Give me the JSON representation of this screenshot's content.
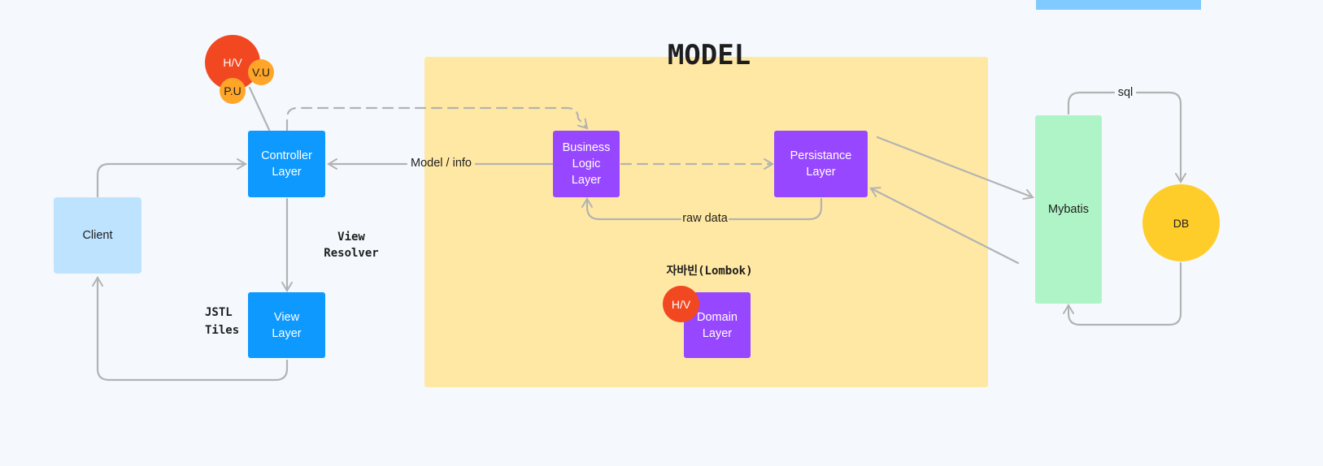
{
  "colors": {
    "background": "#f5f9fd",
    "model_area": "#ffe8a3",
    "layer_blue": "#0d99ff",
    "layer_purple": "#9747ff",
    "client": "#bde3ff",
    "mybatis": "#aff4c6",
    "db": "#ffcd29",
    "badge_red": "#f24822",
    "badge_orange": "#ffa629",
    "connector": "#b3b3b3",
    "top_bar": "#80caff"
  },
  "model": {
    "title": "MODEL"
  },
  "nodes": {
    "client": "Client",
    "controller": "Controller\nLayer",
    "view": "View\nLayer",
    "business": "Business\nLogic\nLayer",
    "persistance": "Persistance\nLayer",
    "domain": "Domain\nLayer",
    "mybatis": "Mybatis",
    "db": "DB"
  },
  "badges": {
    "hv_top": "H/V",
    "vu": "V.U",
    "pu": "P.U",
    "hv_domain": "H/V"
  },
  "labels": {
    "model_info": "Model / info",
    "raw_data": "raw data",
    "sql": "sql",
    "view_resolver": "View\nResolver",
    "jstl_tiles": "JSTL\nTiles",
    "lombok": "자바빈(Lombok)"
  }
}
